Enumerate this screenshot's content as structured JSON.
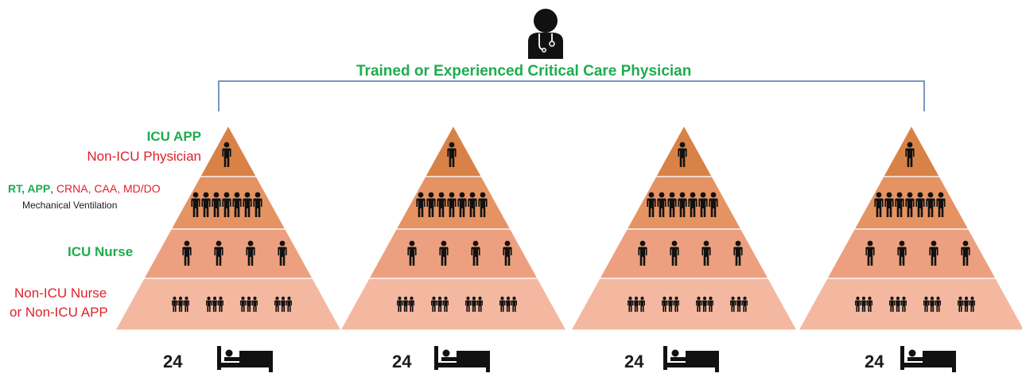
{
  "physician": {
    "title": "Trained or Experienced Critical Care Physician",
    "icon": "doctor-icon",
    "title_color": "#1eac4e"
  },
  "levels": [
    {
      "key": "top",
      "label_line1": "ICU APP",
      "label_line2": "Non-ICU Physician",
      "icon": "person-icon",
      "color": "#d98247"
    },
    {
      "key": "ventilation",
      "label_parts": [
        "RT, APP",
        ", ",
        "CRNA, CAA, MD/DO"
      ],
      "sublabel": "Mechanical Ventilation",
      "icon": "person-icon",
      "color": "#e69363"
    },
    {
      "key": "icu-nurse",
      "label": "ICU Nurse",
      "icon": "person-icon",
      "color": "#eda07f"
    },
    {
      "key": "non-icu",
      "label_line1": "Non-ICU Nurse",
      "label_line2": "or Non-ICU APP",
      "icon": "group-icon",
      "color": "#f4b8a0"
    }
  ],
  "pyramids": [
    {
      "beds": "24"
    },
    {
      "beds": "24"
    },
    {
      "beds": "24"
    },
    {
      "beds": "24"
    }
  ],
  "colors": {
    "green": "#1eac4e",
    "red": "#e0202a",
    "bracket": "#4f73b0"
  },
  "bed_icon": "bed-icon"
}
